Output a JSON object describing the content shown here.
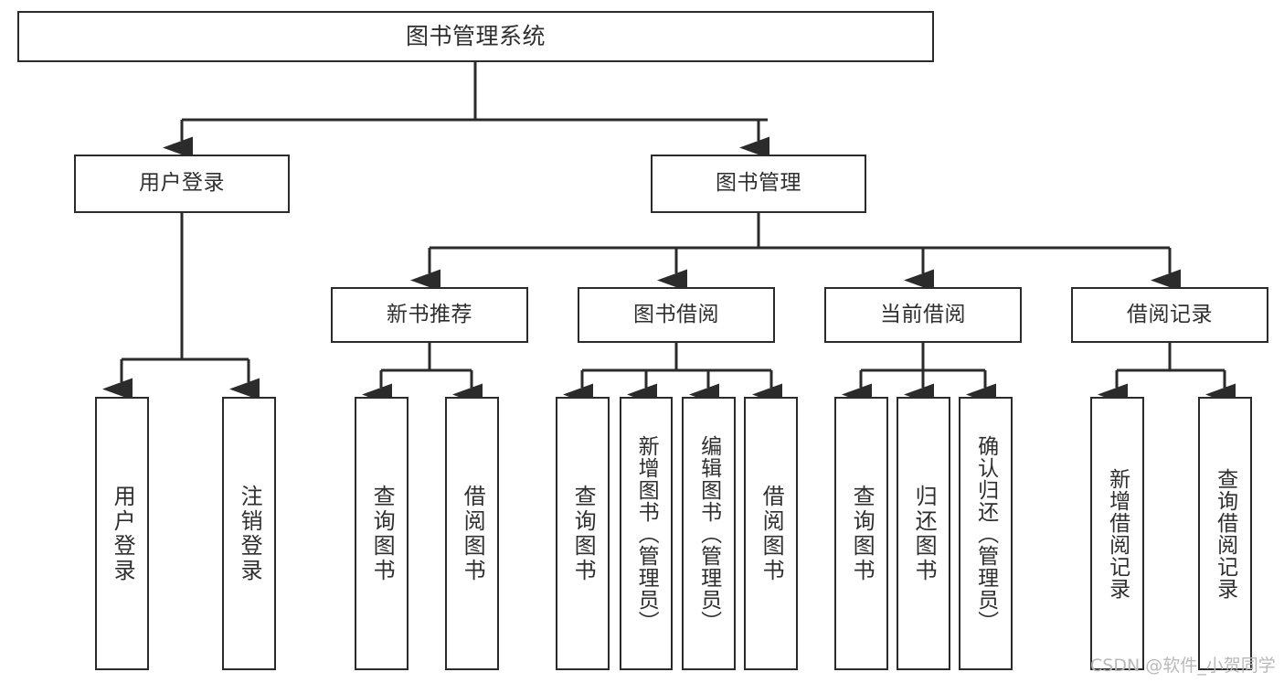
{
  "diagram": {
    "type": "tree-hierarchy",
    "title": "图书管理系统",
    "watermark": "CSDN @软件_小贺同学",
    "colors": {
      "stroke": "#2b2b2b",
      "text": "#2f2f2f",
      "background": "#ffffff",
      "watermark": "#b9b9b9"
    },
    "root": {
      "label": "图书管理系统"
    },
    "level2": [
      {
        "label": "用户登录"
      },
      {
        "label": "图书管理"
      }
    ],
    "level3": [
      {
        "label": "新书推荐"
      },
      {
        "label": "图书借阅"
      },
      {
        "label": "当前借阅"
      },
      {
        "label": "借阅记录"
      }
    ],
    "leaves": {
      "user_login": [
        {
          "label": "用户登录"
        },
        {
          "label": "注销登录"
        }
      ],
      "new_book_recommend": [
        {
          "label": "查询图书"
        },
        {
          "label": "借阅图书"
        }
      ],
      "book_borrow": [
        {
          "label": "查询图书"
        },
        {
          "label": "新增图书（管理员）"
        },
        {
          "label": "编辑图书（管理员）"
        },
        {
          "label": "借阅图书"
        }
      ],
      "current_borrow": [
        {
          "label": "查询图书"
        },
        {
          "label": "归还图书"
        },
        {
          "label": "确认归还（管理员）"
        }
      ],
      "borrow_record": [
        {
          "label": "新增借阅记录"
        },
        {
          "label": "查询借阅记录"
        }
      ]
    }
  }
}
